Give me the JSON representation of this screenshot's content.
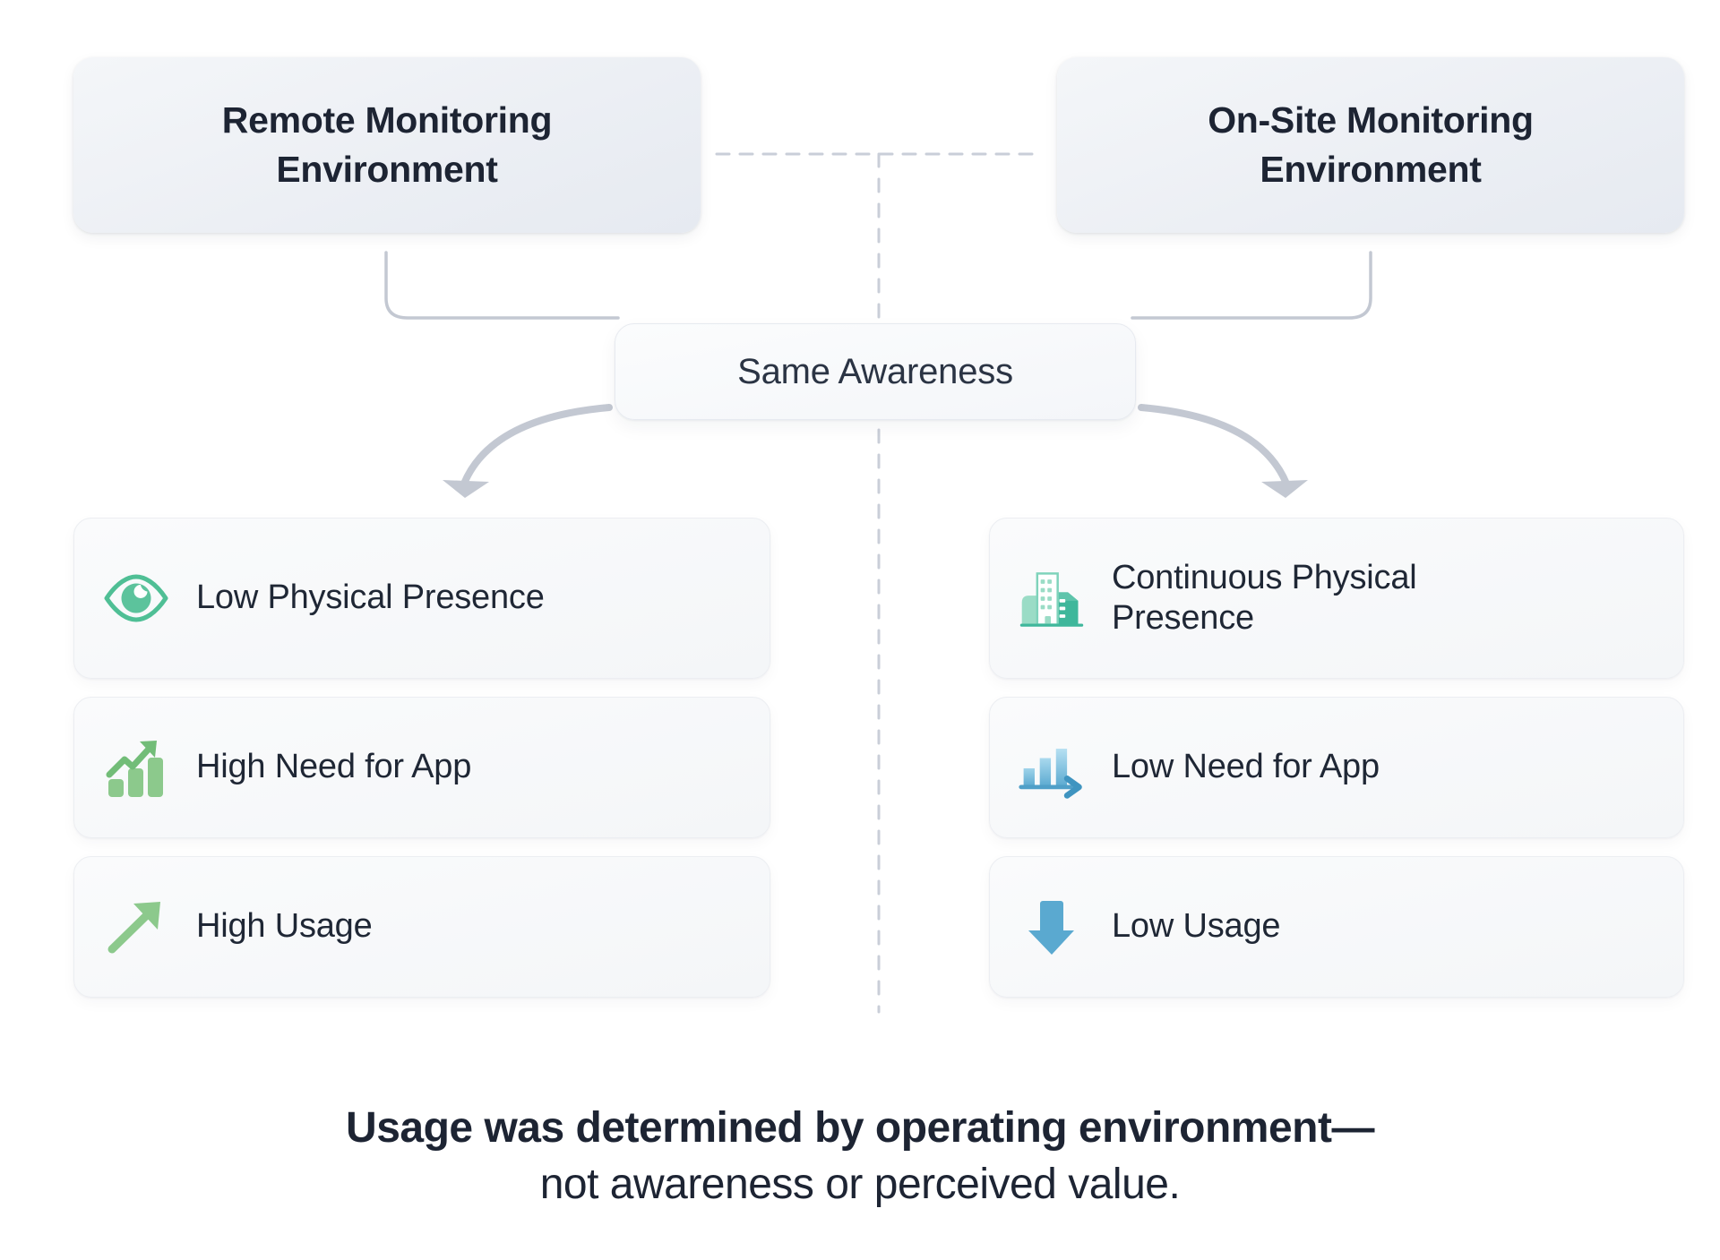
{
  "diagram": {
    "top": {
      "left_env": "Remote Monitoring\nEnvironment",
      "left_env_line1": "Remote Monitoring",
      "left_env_line2": "Environment",
      "right_env_line1": "On-Site Monitoring",
      "right_env_line2": "Environment"
    },
    "center": {
      "label": "Same Awareness"
    },
    "left_column": [
      {
        "icon": "eye-icon",
        "label": "Low Physical Presence",
        "color": "#5cbf9a"
      },
      {
        "icon": "bar-chart-up-icon",
        "label": "High Need for App",
        "color": "#8cc98c"
      },
      {
        "icon": "arrow-up-right-icon",
        "label": "High Usage",
        "color": "#8cc98c"
      }
    ],
    "right_column": [
      {
        "icon": "office-building-icon",
        "label_line1": "Continuous Physical",
        "label_line2": "Presence",
        "label": "Continuous Physical Presence",
        "color": "#5ec4ab"
      },
      {
        "icon": "bar-chart-flat-icon",
        "label": "Low Need for App",
        "color": "#5aa9d0"
      },
      {
        "icon": "arrow-down-icon",
        "label": "Low Usage",
        "color": "#5aa9d0"
      }
    ],
    "caption": {
      "line1": "Usage was determined by operating environment—",
      "line2": "not awareness or perceived value."
    },
    "colors": {
      "connector": "#c3c8d2",
      "dashed": "#c9ced8",
      "text_dark": "#1d2433",
      "card_bg": "#f6f8f9",
      "green": "#8cc98c",
      "teal": "#5ec4ab",
      "blue": "#5aa9d0"
    }
  }
}
